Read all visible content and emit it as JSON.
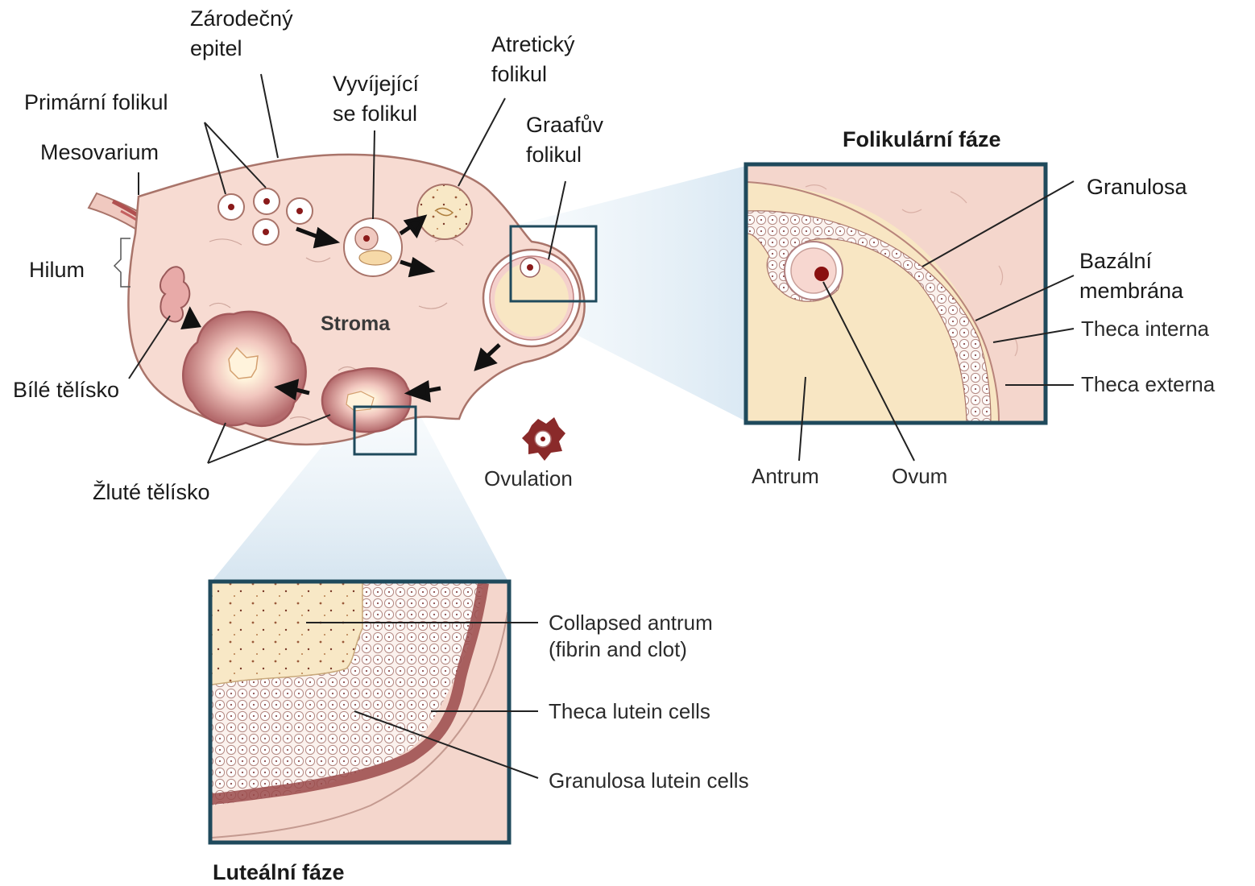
{
  "labels": {
    "zarodecny_1": "Zárodečný",
    "zarodecny_2": "epitel",
    "primarni": "Primární folikul",
    "mesovarium": "Mesovarium",
    "hilum": "Hilum",
    "vyvijejici_1": "Vyvíjející",
    "vyvijejici_2": "se folikul",
    "atreticky_1": "Atretický",
    "atreticky_2": "folikul",
    "graafuv_1": "Graafův",
    "graafuv_2": "folikul",
    "stroma": "Stroma",
    "bile": "Bílé tělísko",
    "zlute": "Žluté tělísko",
    "ovulation": "Ovulation",
    "folikularni": "Folikulární fáze",
    "granulosa": "Granulosa",
    "bazalni_1": "Bazální",
    "bazalni_2": "membrána",
    "theca_interna": "Theca interna",
    "theca_externa": "Theca externa",
    "antrum": "Antrum",
    "ovum": "Ovum",
    "collapsed_1": "Collapsed antrum",
    "collapsed_2": "(fibrin and clot)",
    "theca_lutein": "Theca lutein cells",
    "granulosa_lutein": "Granulosa lutein cells",
    "luteal": "Luteální fáze"
  },
  "colors": {
    "tissue": "#f6d8cf",
    "tissue_edge": "#a9746a",
    "box_border": "#1f4a5c",
    "antrum": "#f8e6c3",
    "corpus": "#a85a5c",
    "line": "#222222"
  }
}
